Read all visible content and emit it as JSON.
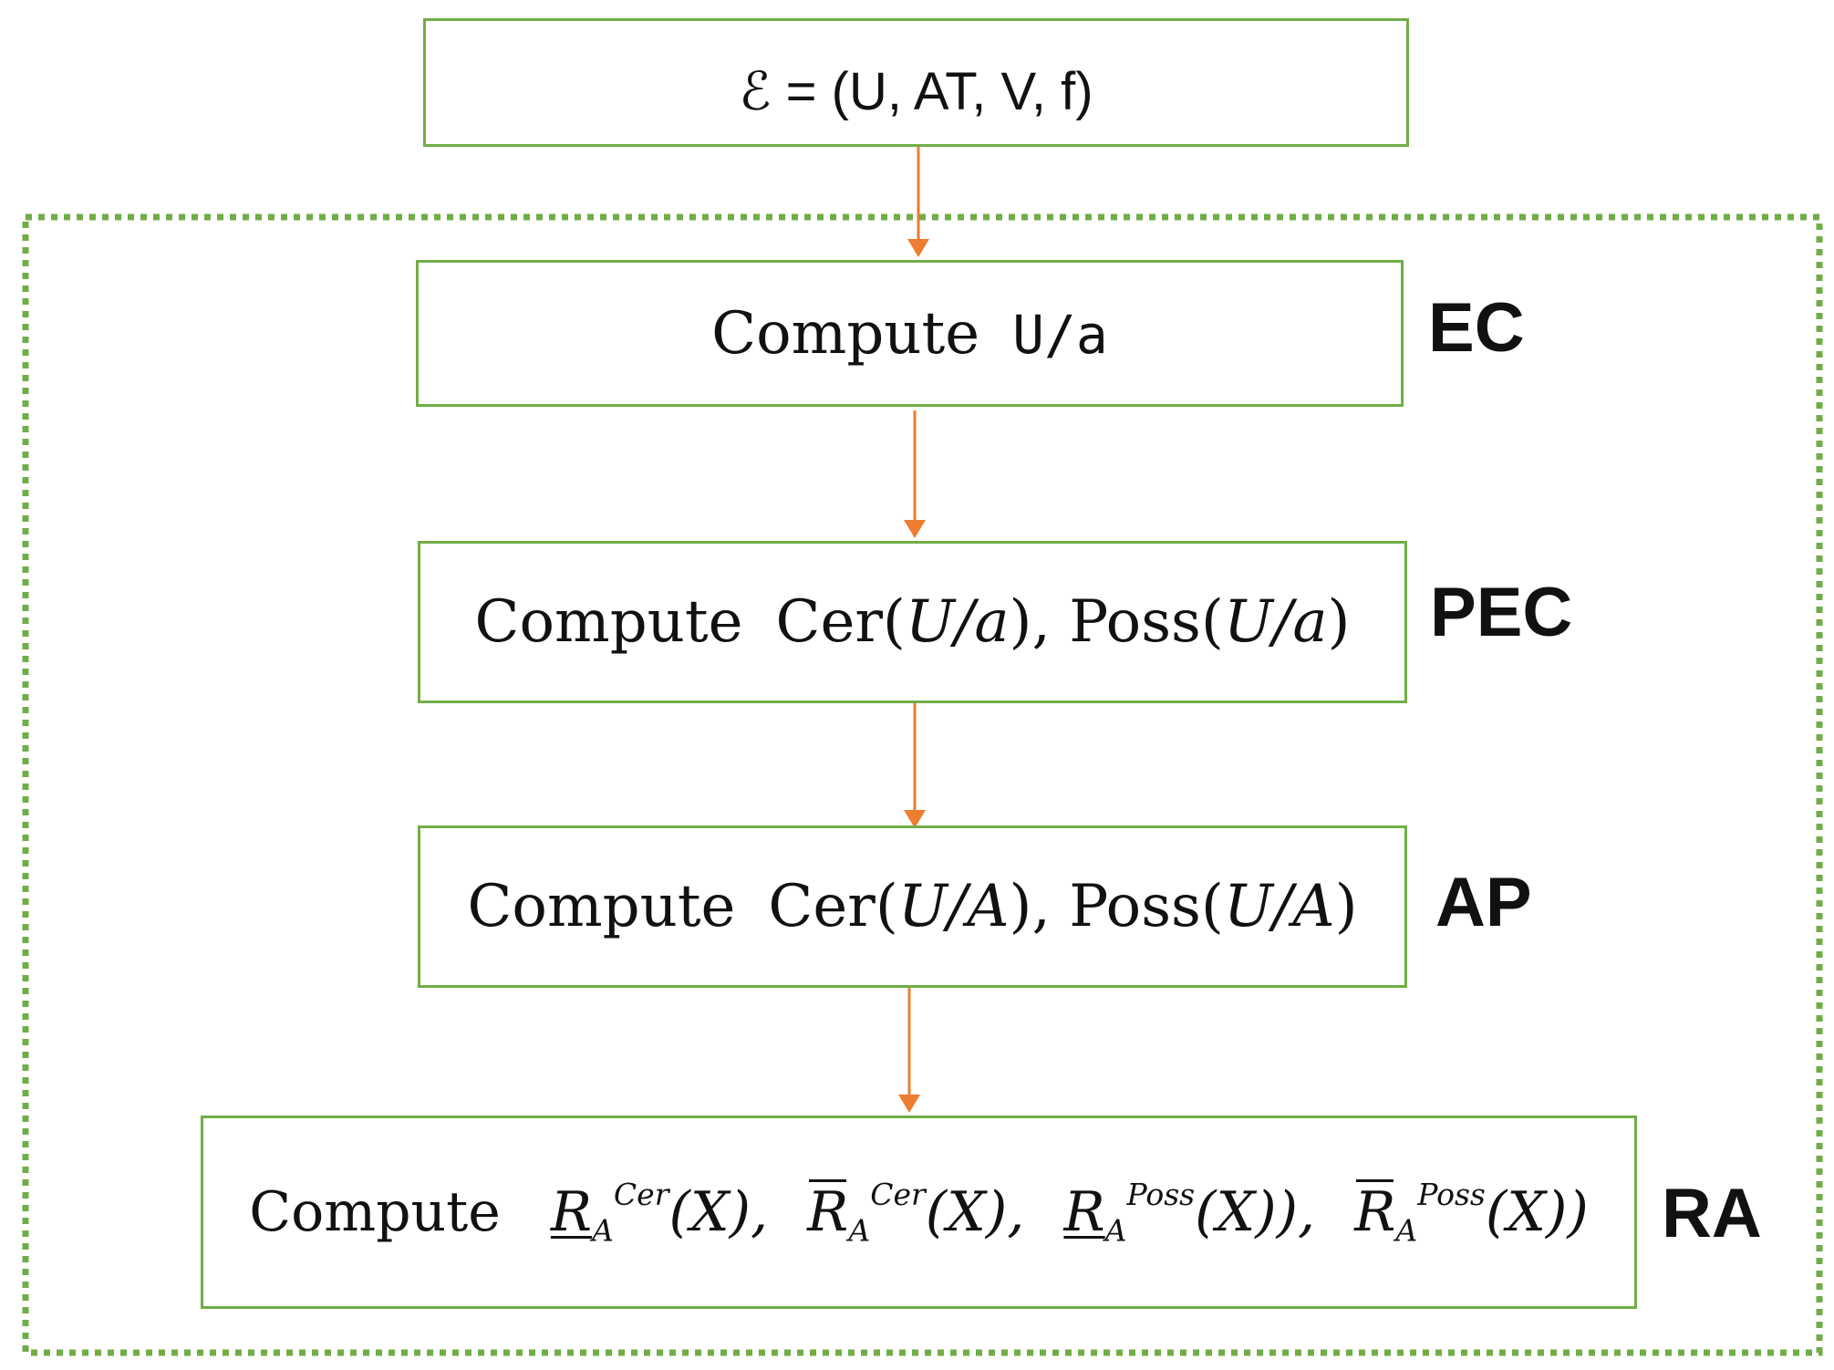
{
  "colors": {
    "box_border": "#71ad47",
    "dotted_frame": "#71ad47",
    "arrow": "#ed7d31",
    "text": "#111111"
  },
  "top_box": {
    "formula": "ℰ = (U, AT, V, f)"
  },
  "steps": [
    {
      "tag": "EC",
      "word": "Compute",
      "expr": "U/a"
    },
    {
      "tag": "PEC",
      "word": "Compute",
      "expr_a": "Cer(",
      "var": "U/a",
      "close_a": "), ",
      "expr_b": "Poss(",
      "close_b": ")"
    },
    {
      "tag": "AP",
      "word": "Compute",
      "expr_a": "Cer(",
      "var": "U/A",
      "close_a": "), ",
      "expr_b": "Poss(",
      "close_b": ")"
    },
    {
      "tag": "RA",
      "word": "Compute",
      "terms": [
        {
          "base": "R",
          "sub": "A",
          "sup": "Cer",
          "arg": "(X),",
          "style": "lower"
        },
        {
          "base": "R",
          "sub": "A",
          "sup": "Cer",
          "arg": "(X),",
          "style": "upper"
        },
        {
          "base": "R",
          "sub": "A",
          "sup": "Poss",
          "arg": "(X)),",
          "style": "lower"
        },
        {
          "base": "R",
          "sub": "A",
          "sup": "Poss",
          "arg": "(X))",
          "style": "upper"
        }
      ]
    }
  ]
}
